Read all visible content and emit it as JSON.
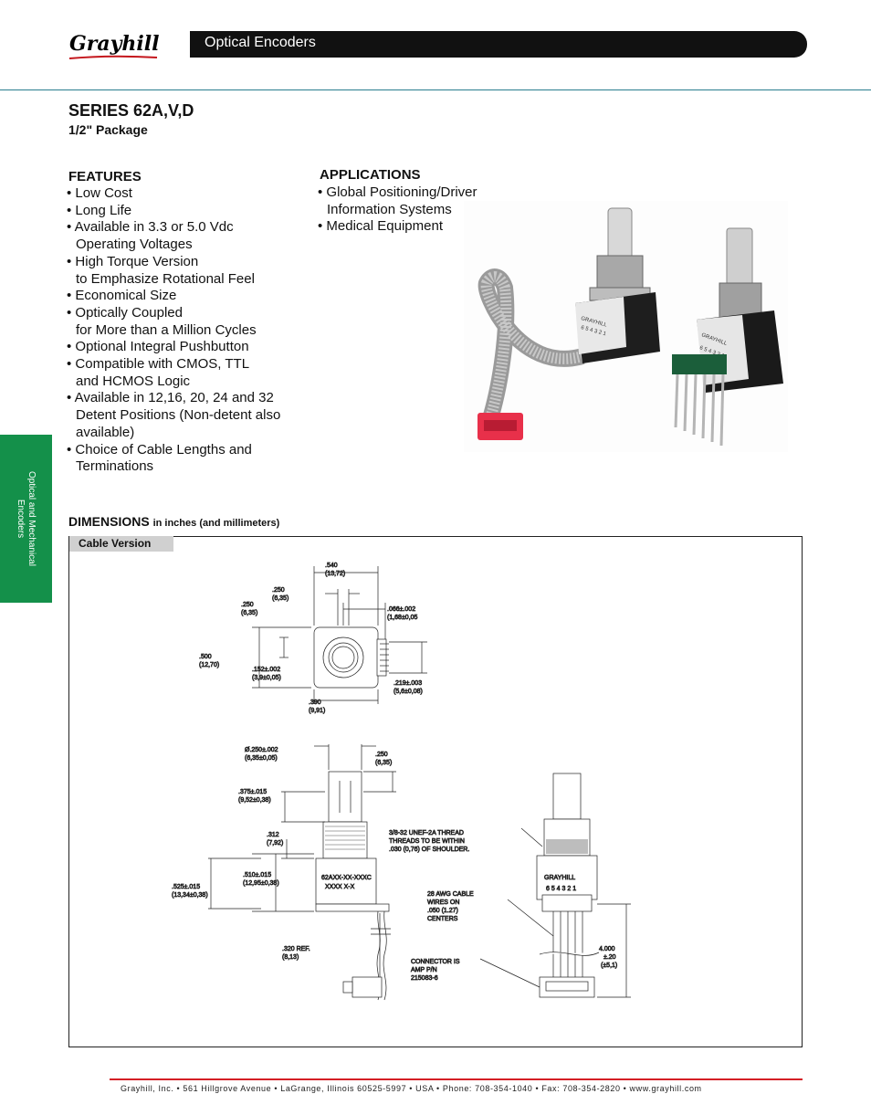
{
  "header": {
    "brand": "Grayhill",
    "title": "Optical Encoders"
  },
  "product": {
    "series": "SERIES 62A,V,D",
    "package": "1/2\" Package"
  },
  "features": {
    "heading": "FEATURES",
    "items": [
      [
        "• Low Cost"
      ],
      [
        "• Long Life"
      ],
      [
        "• Available in 3.3 or 5.0 Vdc",
        "Operating Voltages"
      ],
      [
        "• High Torque Version",
        "to Emphasize Rotational Feel"
      ],
      [
        "• Economical Size"
      ],
      [
        "• Optically Coupled",
        "for More than a Million Cycles"
      ],
      [
        "• Optional Integral Pushbutton"
      ],
      [
        "• Compatible with CMOS, TTL",
        "and HCMOS Logic"
      ],
      [
        "• Available in 12,16, 20, 24 and 32",
        "Detent Positions (Non-detent also",
        "available)"
      ],
      [
        "• Choice of Cable Lengths and",
        "Terminations"
      ]
    ]
  },
  "applications": {
    "heading": "APPLICATIONS",
    "items": [
      [
        "• Global Positioning/Driver",
        "Information Systems"
      ],
      [
        "• Medical Equipment"
      ]
    ]
  },
  "side_tab": {
    "line1": "Optical and Mechanical",
    "line2": "Encoders"
  },
  "dimensions": {
    "heading": "DIMENSIONS",
    "units": "in inches (and millimeters)",
    "version_label": "Cable Version",
    "top_view": {
      "d540": ".540",
      "d540_mm": "(13,72)",
      "d250a": ".250",
      "d250a_mm": "(6,35)",
      "d250b": ".250",
      "d250b_mm": "(6,35)",
      "d066": ".066±.002",
      "d066_mm": "(1,68±0,05",
      "d500": ".500",
      "d500_mm": "(12,70)",
      "d152": ".152±.002",
      "d152_mm": "(3,9±0,05)",
      "d219": ".219±.003",
      "d219_mm": "(5,6±0,08)",
      "d390": ".390",
      "d390_mm": "(9,91)"
    },
    "side_view": {
      "dia250": "Ø.250±.002",
      "dia250_mm": "(6,35±0,05)",
      "d250": ".250",
      "d250_mm": "(6,35)",
      "d375": ".375±.015",
      "d375_mm": "(9,52±0,38)",
      "d312": ".312",
      "d312_mm": "(7,92)",
      "thread1": "3/8-32 UNEF-2A THREAD",
      "thread2": "THREADS TO BE WITHIN",
      "thread3": ".030 (0,76) OF SHOULDER.",
      "d510": ".510±.015",
      "d510_mm": "(12,95±0,38)",
      "d525": ".525±.015",
      "d525_mm": "(13,34±0,38)",
      "label_pn": "62AXX-XX-XXXC",
      "label_x": "XXXX  X-X",
      "d320": ".320 REF.",
      "d320_mm": "(8,13)"
    },
    "front_view": {
      "brand": "GRAYHILL",
      "pins": "6 5 4 3 2 1",
      "cable1": "28 AWG CABLE",
      "cable2": "WIRES ON",
      "cable3": ".050 (1.27)",
      "cable4": "CENTERS",
      "conn1": "CONNECTOR IS",
      "conn2": "AMP P/N",
      "conn3": "215083-6",
      "len": "4.000",
      "len_tol": "±.20",
      "len_mm": "(±5,1)"
    }
  },
  "footer": "Grayhill, Inc. • 561 Hillgrove Avenue • LaGrange, Illinois  60525-5997 • USA • Phone: 708-354-1040 • Fax: 708-354-2820 • www.grayhill.com"
}
